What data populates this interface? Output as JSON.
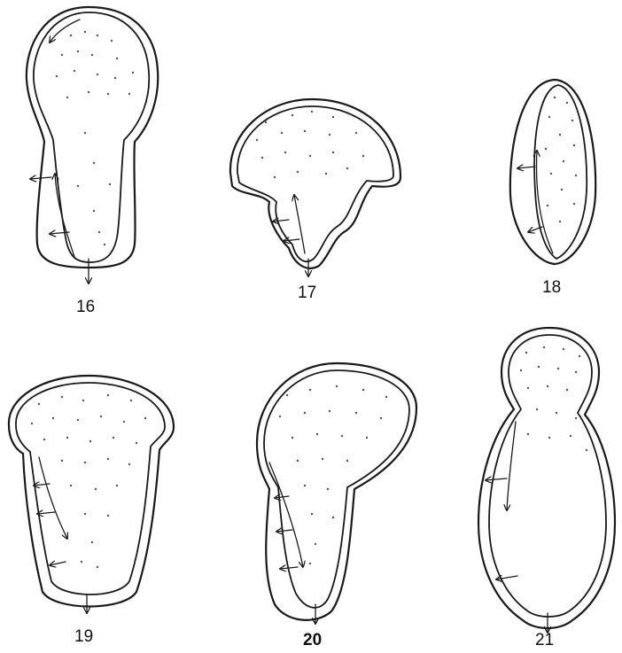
{
  "figures": [
    {
      "label": "16"
    },
    {
      "label": "17"
    },
    {
      "label": "18"
    },
    {
      "label": "19"
    },
    {
      "label": "20"
    },
    {
      "label": "21"
    }
  ]
}
